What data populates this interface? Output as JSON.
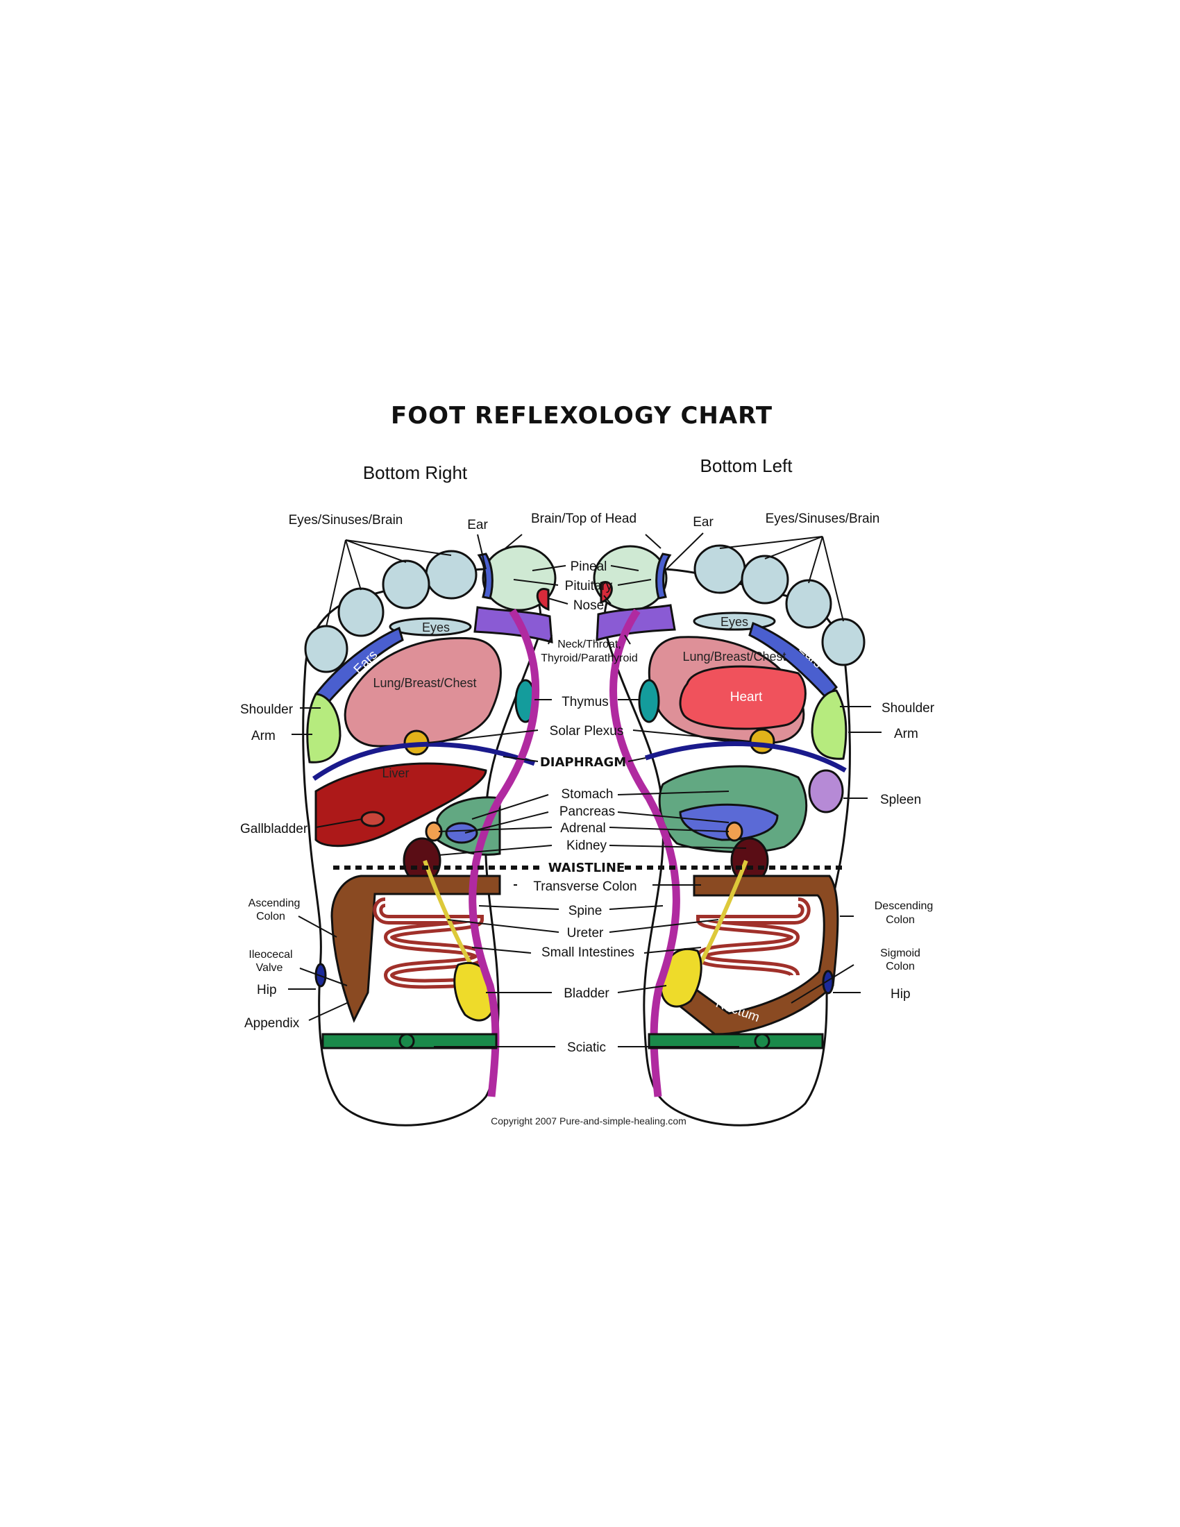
{
  "title": "FOOT REFLEXOLOGY CHART",
  "subtitles": {
    "right_foot": "Bottom Right",
    "left_foot": "Bottom Left"
  },
  "copyright": "Copyright 2007 Pure-and-simple-healing.com",
  "labels": {
    "eyes_sinuses_brain": "Eyes/Sinuses/Brain",
    "ear": "Ear",
    "brain_top": "Brain/Top of Head",
    "pineal": "Pineal",
    "pituitary": "Pituitary",
    "nose": "Nose",
    "eyes": "Eyes",
    "ears": "Ears",
    "neck1": "Neck/Throat,",
    "neck2": "Thyroid/Parathyroid",
    "lung": "Lung/Breast/Chest",
    "heart": "Heart",
    "shoulder": "Shoulder",
    "arm": "Arm",
    "thymus": "Thymus",
    "solar_plexus": "Solar Plexus",
    "diaphragm": "DIAPHRAGM",
    "liver": "Liver",
    "stomach": "Stomach",
    "pancreas": "Pancreas",
    "adrenal": "Adrenal",
    "kidney": "Kidney",
    "gallbladder": "Gallbladder",
    "spleen": "Spleen",
    "waistline": "WAISTLINE",
    "transverse_colon": "Transverse Colon",
    "ascending1": "Ascending",
    "ascending2": "Colon",
    "descending1": "Descending",
    "descending2": "Colon",
    "spine": "Spine",
    "ureter": "Ureter",
    "small_intestines": "Small Intestines",
    "ileocecal1": "Ileocecal",
    "ileocecal2": "Valve",
    "sigmoid1": "Sigmoid",
    "sigmoid2": "Colon",
    "hip": "Hip",
    "bladder": "Bladder",
    "rectum": "Rectum",
    "appendix": "Appendix",
    "sciatic": "Sciatic"
  },
  "colors": {
    "toe": "#bfd9df",
    "brain_toe": "#cfe9d3",
    "ears": "#4a5fcf",
    "neck": "#8a5bd4",
    "lung": "#de9098",
    "heart": "#f0525c",
    "shoulder": "#b6eb7e",
    "thymus": "#149c9c",
    "solar_plexus": "#e2b21a",
    "diaphragm": "#1a1a8c",
    "liver": "#ad1919",
    "stomach": "#62a882",
    "pancreas": "#5b6ad6",
    "adrenal": "#f0a050",
    "kidney": "#5a0d15",
    "spleen": "#b68ad6",
    "colon": "#8a4a22",
    "intestines": "#a0302a",
    "spine": "#b02aa0",
    "bladder": "#eedb2a",
    "ureter": "#ddc93a",
    "hip": "#1c2a99",
    "sciatic": "#1a8a4a",
    "nose": "#d82a3a"
  }
}
